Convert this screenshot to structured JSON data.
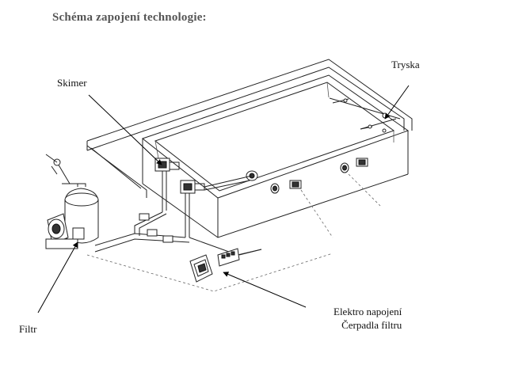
{
  "title": "Schéma zapojení technologie:",
  "labels": {
    "skimer": "Skimer",
    "tryska": "Tryska",
    "filtr": "Filtr",
    "elektro_line1": "Elektro napojení",
    "elektro_line2": "Čerpadla filtru"
  }
}
